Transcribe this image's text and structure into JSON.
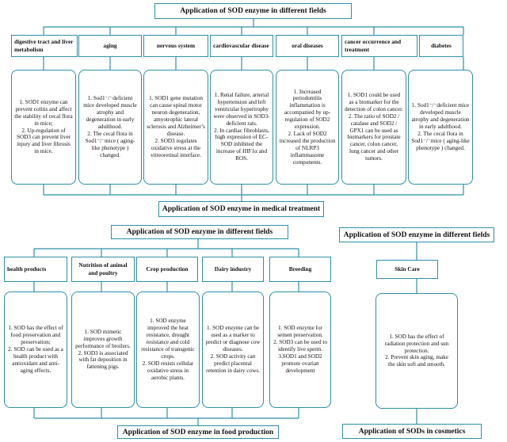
{
  "medical": {
    "top_title": "Application of SOD enzyme in different fields",
    "bottom_title": "Application of SOD enzyme in medical treatment",
    "categories": [
      "digestive tract and liver metabolism",
      "aging",
      "nervous system",
      "cardiovascular disease",
      "oral diseases",
      "cancer occurrence and treatment",
      "diabetes"
    ],
    "descriptions": [
      "1. SOD1 enzyme can prevent colitis and affect the stability of cecal flora in mice;\n2. Up-regulation of SOD3 can prevent liver injury and liver fibrosis in mice.",
      "1. Sod1⁻/⁻deficient mice developed muscle atrophy and degeneration in early adulthood.\n2. The cecal flora in Sod1⁻/⁻mice ( aging-like phenotype ) changed.",
      "1. SOD1 gene mutation can cause spinal motor neuron degeneration, amyotrophic lateral sclerosis and Alzheimer’s disease.\n2. SOD3 regulates oxidative stress at the vitreoretinal interface.",
      "1. Renal failure, arterial hypertension and left ventricular hypertrophy were observed in SOD3-deficient rats.\n2. In cardiac fibroblasts, high expression of EC-SOD inhibited the increase of HIF1α and ROS.",
      "1. Increased periodontitis inflammation is accompanied by up-regulation of SOD2 expression.\n2. Lack of SOD2 increased the production of NLRP3 inflammasome components.",
      "1. SOD1 could be used as a biomarker for the detection of colon cancer.\n2. The ratio of SOD2 / catalase and SOD2 / GPX1 can be used as biomarkers for prostate cancer, colon cancer, lung cancer and other tumors.",
      "1. Sod1⁻/⁻deficient mice developed muscle atrophy and degeneration in early adulthood.\n2. The cecal flora in Sod1⁻/⁻mice ( aging-like phenotype ) changed."
    ]
  },
  "food": {
    "top_title": "Application of SOD enzyme in different fields",
    "bottom_title": "Application of SOD enzyme in food production",
    "categories": [
      "health products",
      "Nutrition of animal and poultry",
      "Crop production",
      "Dairy industry",
      "Breeding"
    ],
    "descriptions": [
      "1. SOD has the effect of food preservation and preservation;\n2. SOD can be used as a health product with antioxidant and anti-aging effects.",
      "1. SOD mimetic improves growth performance of broilers.\n2. SOD3 is associated with fat deposition in fattening pigs.",
      "1. SOD enzyme improved the heat resistance, drought resistance and cold resistance of transgenic crops.\n2. SOD resists cellular oxidative stress in aerobic plants.",
      "1. SOD enzyme can be used as a marker to predict or diagnose cow diseases.\n2. SOD activity can predict placental retention in dairy cows.",
      "1. SOD enzyme for semen preservation.\n2. SOD3 can be used to identify live sperm.\n3.SOD1 and SOD2 promote ovarian development"
    ]
  },
  "cosmetics": {
    "top_title": "Application of SOD enzyme in different fields",
    "bottom_title": "Application of SODs in cosmetics",
    "categories": [
      "Skin Care"
    ],
    "descriptions": [
      "1. SOD has the effect of radiation protection and sun protection.\n2. Prevent skin aging, make the skin soft and smooth."
    ]
  },
  "colors": {
    "border": "#2e8fa8"
  }
}
